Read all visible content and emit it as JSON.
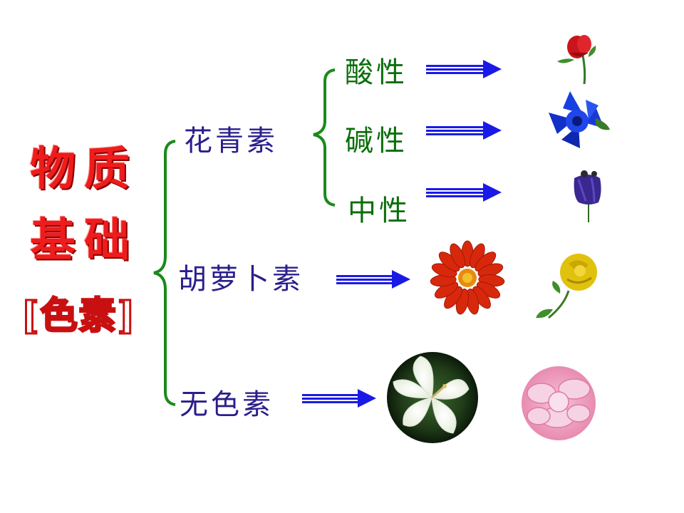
{
  "title": {
    "line1": "物质",
    "line2": "基础",
    "line3": "[色素]"
  },
  "categories": {
    "anthocyanin": "花青素",
    "carotene": "胡萝卜素",
    "colorless": "无色素"
  },
  "subcategories": {
    "acidic": "酸性",
    "alkaline": "碱性",
    "neutral": "中性"
  },
  "colors": {
    "title_red": "#ee1c1c",
    "category_purple": "#2a1e8c",
    "subcategory_green": "#0a6e0a",
    "brace_green": "#1a8a1a",
    "arrow_blue": "#1a1ae6"
  },
  "flowers": {
    "acidic": "red-rose-bud",
    "alkaline": "blue-gentian",
    "neutral": "purple-bellflower",
    "carotene_1": "red-orange-chrysanthemum",
    "carotene_2": "yellow-rose",
    "colorless_1": "white-hibiscus",
    "colorless_2": "pink-peony"
  }
}
